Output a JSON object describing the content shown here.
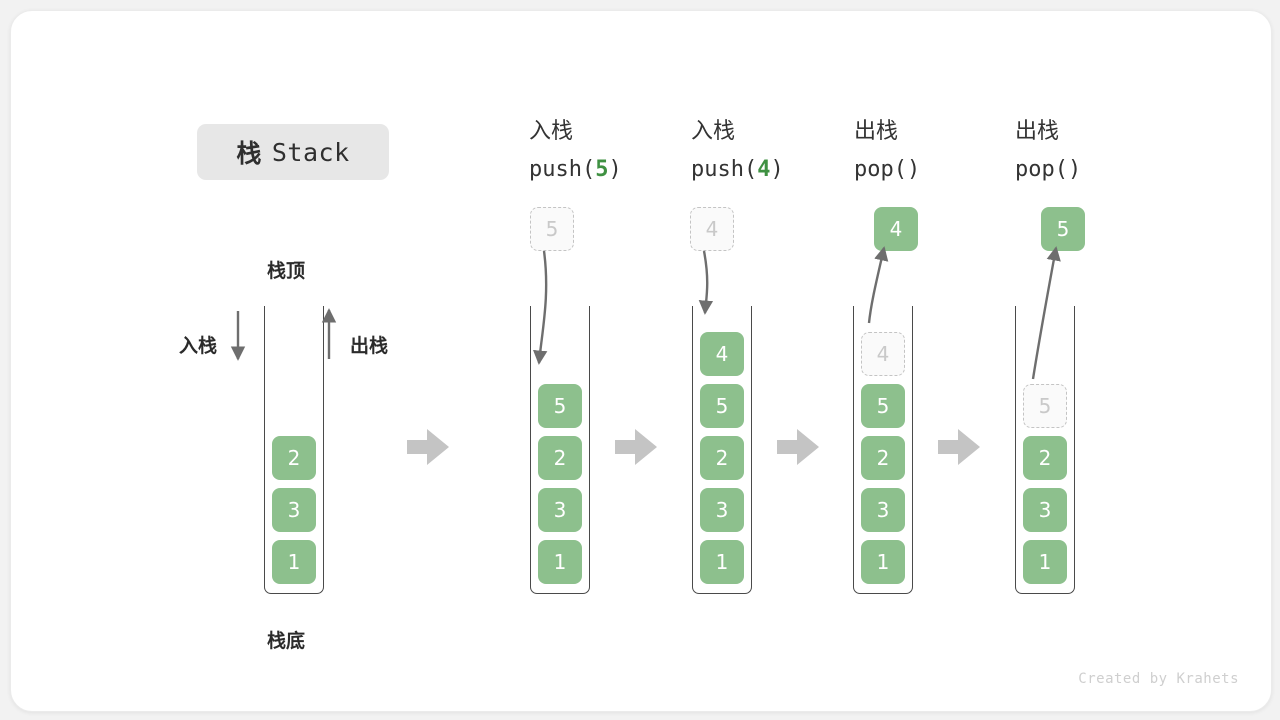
{
  "title": {
    "cjk": "栈",
    "latin": "Stack"
  },
  "first_stack": {
    "top_label": "栈顶",
    "bottom_label": "栈底",
    "push_label": "入栈",
    "pop_label": "出栈",
    "cells": [
      "2",
      "3",
      "1"
    ]
  },
  "columns": [
    {
      "op": "入栈",
      "call_prefix": "push(",
      "call_arg": "5",
      "call_suffix": ")",
      "floating": {
        "value": "5",
        "style": "ghost"
      },
      "cells": [
        {
          "value": "5",
          "style": "solid"
        },
        {
          "value": "2",
          "style": "solid"
        },
        {
          "value": "3",
          "style": "solid"
        },
        {
          "value": "1",
          "style": "solid"
        }
      ]
    },
    {
      "op": "入栈",
      "call_prefix": "push(",
      "call_arg": "4",
      "call_suffix": ")",
      "floating": {
        "value": "4",
        "style": "ghost"
      },
      "cells": [
        {
          "value": "4",
          "style": "solid"
        },
        {
          "value": "5",
          "style": "solid"
        },
        {
          "value": "2",
          "style": "solid"
        },
        {
          "value": "3",
          "style": "solid"
        },
        {
          "value": "1",
          "style": "solid"
        }
      ]
    },
    {
      "op": "出栈",
      "call_prefix": "pop(",
      "call_arg": "",
      "call_suffix": ")",
      "floating": {
        "value": "4",
        "style": "solid"
      },
      "cells": [
        {
          "value": "4",
          "style": "ghost"
        },
        {
          "value": "5",
          "style": "solid"
        },
        {
          "value": "2",
          "style": "solid"
        },
        {
          "value": "3",
          "style": "solid"
        },
        {
          "value": "1",
          "style": "solid"
        }
      ]
    },
    {
      "op": "出栈",
      "call_prefix": "pop(",
      "call_arg": "",
      "call_suffix": ")",
      "floating": {
        "value": "5",
        "style": "solid"
      },
      "cells": [
        {
          "value": "5",
          "style": "ghost"
        },
        {
          "value": "2",
          "style": "solid"
        },
        {
          "value": "3",
          "style": "solid"
        },
        {
          "value": "1",
          "style": "solid"
        }
      ]
    }
  ],
  "footer": "Created by Krahets",
  "colors": {
    "cell_green": "#8dc08d",
    "accent_green": "#3f9142",
    "arrow_gray": "#c4c4c4",
    "line_gray": "#6e6e6e",
    "badge_bg": "#e7e7e7"
  }
}
